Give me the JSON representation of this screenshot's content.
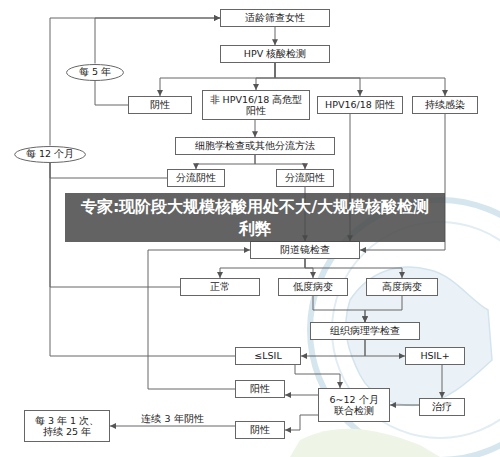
{
  "diagram": {
    "nodes": [
      {
        "text": [
          "适龄筛查女性"
        ]
      },
      {
        "text": [
          "HPV 核酸检测"
        ]
      },
      {
        "text": [
          "每 5 年"
        ]
      },
      {
        "text": [
          "阴性"
        ]
      },
      {
        "text": [
          "非 HPV16/18 高危型 阳性"
        ]
      },
      {
        "text": [
          "HPV16/18 阳性"
        ]
      },
      {
        "text": [
          "持续感染"
        ]
      },
      {
        "text": [
          "每 12 个月"
        ]
      },
      {
        "text": [
          "细胞学检查或其他分流方法"
        ]
      },
      {
        "text": [
          "分流阴性"
        ]
      },
      {
        "text": [
          "分流阳性"
        ]
      },
      {
        "text": [
          "阴道镜检查"
        ]
      },
      {
        "text": [
          "正常"
        ]
      },
      {
        "text": [
          "低度病变"
        ]
      },
      {
        "text": [
          "高度病变"
        ]
      },
      {
        "text": [
          "组织病理学检查"
        ]
      },
      {
        "text": [
          "≤LSIL"
        ]
      },
      {
        "text": [
          "HSIL+"
        ]
      },
      {
        "text": [
          "阳性"
        ]
      },
      {
        "text": [
          "6~12 个月 联合检测"
        ]
      },
      {
        "text": [
          "治疗"
        ]
      },
      {
        "text": [
          "阴性"
        ]
      },
      {
        "text": [
          "每 3 年 1 次、持续 25 年"
        ]
      }
    ],
    "edges": [
      {
        "from": 0,
        "to": 1,
        "arrow": "to"
      },
      {
        "from": 1,
        "to": 3,
        "arrow": "to"
      },
      {
        "from": 1,
        "to": 4,
        "arrow": "to"
      },
      {
        "from": 1,
        "to": 5,
        "arrow": "to"
      },
      {
        "from": 1,
        "to": 6,
        "arrow": "to"
      },
      {
        "from": 3,
        "to": 2,
        "arrow": "none"
      },
      {
        "from": 2,
        "to": 0,
        "arrow": "to"
      },
      {
        "from": 7,
        "to": 0,
        "arrow": "to"
      },
      {
        "from": 4,
        "to": 8,
        "arrow": "to"
      },
      {
        "from": 8,
        "to": 9,
        "arrow": "to"
      },
      {
        "from": 8,
        "to": 10,
        "arrow": "to"
      },
      {
        "from": 10,
        "to": 11,
        "arrow": "to"
      },
      {
        "from": 5,
        "to": 11,
        "arrow": "to"
      },
      {
        "from": 6,
        "to": 11,
        "arrow": "to"
      },
      {
        "from": 9,
        "to": 7,
        "arrow": "none"
      },
      {
        "from": 12,
        "to": 7,
        "arrow": "none"
      },
      {
        "from": 16,
        "to": 7,
        "arrow": "none"
      },
      {
        "from": 18,
        "to": 11,
        "arrow": "to"
      },
      {
        "from": 11,
        "to": 12,
        "arrow": "to"
      },
      {
        "from": 11,
        "to": 13,
        "arrow": "to"
      },
      {
        "from": 11,
        "to": 14,
        "arrow": "to"
      },
      {
        "from": 13,
        "to": 15,
        "arrow": "to"
      },
      {
        "from": 14,
        "to": 15,
        "arrow": "to"
      },
      {
        "from": 15,
        "to": 16,
        "arrow": "to"
      },
      {
        "from": 15,
        "to": 17,
        "arrow": "to"
      },
      {
        "from": 17,
        "to": 20,
        "arrow": "to"
      },
      {
        "from": 16,
        "to": 19,
        "arrow": "to"
      },
      {
        "from": 19,
        "to": 18,
        "arrow": "to"
      },
      {
        "from": 19,
        "to": 21,
        "arrow": "to"
      },
      {
        "from": 20,
        "to": 19,
        "arrow": "to"
      },
      {
        "from": 21,
        "to": 22,
        "label": "连续 3 年阴性",
        "arrow": "to"
      }
    ],
    "labels": [
      "专家:现阶段大规模核酸用处不大/大规模核酸检测利弊"
    ]
  }
}
